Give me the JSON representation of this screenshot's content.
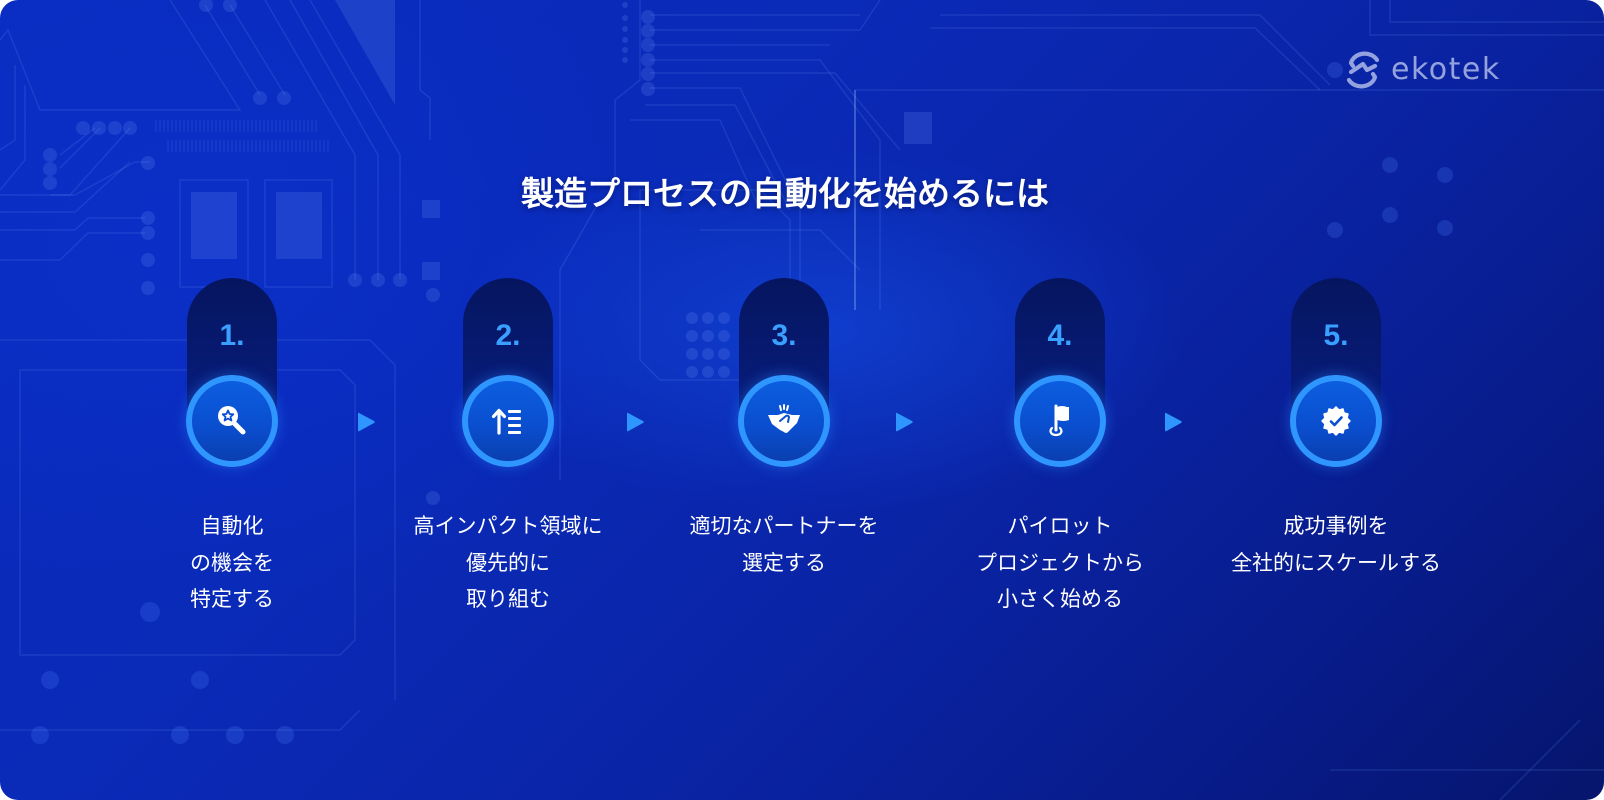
{
  "brand": {
    "logo_text": "ekotek",
    "logo_icon": "ekotek-logo-mark",
    "logo_color": "#c9d3f5"
  },
  "title": "製造プロセスの自動化を始めるには",
  "colors": {
    "background": "#0a2ab8",
    "accent": "#2f96ff",
    "number": "#3aa0ff",
    "pill": "#06155f",
    "text": "#ffffff"
  },
  "steps": [
    {
      "number": "1.",
      "icon": "search-star-icon",
      "lines": [
        "自動化",
        "の機会を",
        "特定する"
      ]
    },
    {
      "number": "2.",
      "icon": "sort-priority-icon",
      "lines": [
        "高インパクト領域に",
        "優先的に",
        "取り組む"
      ]
    },
    {
      "number": "3.",
      "icon": "handshake-icon",
      "lines": [
        "適切なパートナーを",
        "選定する"
      ]
    },
    {
      "number": "4.",
      "icon": "flag-pin-icon",
      "lines": [
        "パイロット",
        "プロジェクトから",
        "小さく始める"
      ]
    },
    {
      "number": "5.",
      "icon": "verified-badge-icon",
      "lines": [
        "成功事例を",
        "全社的にスケールする"
      ]
    }
  ],
  "connectors": {
    "icon": "play-arrow-icon",
    "count": 4
  }
}
